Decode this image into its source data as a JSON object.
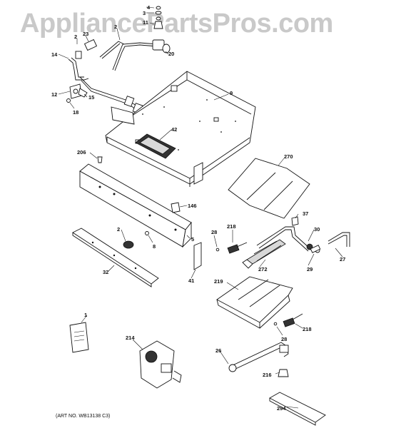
{
  "watermark": "AppliancePartsPros.com",
  "art_number": "(ART NO. WB13138 C3)",
  "callouts": [
    {
      "id": "c4",
      "text": "4"
    },
    {
      "id": "c3",
      "text": "3"
    },
    {
      "id": "c11",
      "text": "11"
    },
    {
      "id": "c2a",
      "text": "2"
    },
    {
      "id": "c2b",
      "text": "2"
    },
    {
      "id": "c23",
      "text": "23"
    },
    {
      "id": "c20",
      "text": "20"
    },
    {
      "id": "c14",
      "text": "14"
    },
    {
      "id": "c9",
      "text": "9"
    },
    {
      "id": "c12",
      "text": "12"
    },
    {
      "id": "c15",
      "text": "15"
    },
    {
      "id": "c18",
      "text": "18"
    },
    {
      "id": "c42",
      "text": "42"
    },
    {
      "id": "c206",
      "text": "206"
    },
    {
      "id": "c270",
      "text": "270"
    },
    {
      "id": "c146",
      "text": "146"
    },
    {
      "id": "c37",
      "text": "37"
    },
    {
      "id": "c218a",
      "text": "218"
    },
    {
      "id": "c28a",
      "text": "28"
    },
    {
      "id": "c30",
      "text": "30"
    },
    {
      "id": "c2c",
      "text": "2"
    },
    {
      "id": "c8",
      "text": "8"
    },
    {
      "id": "c5",
      "text": "5"
    },
    {
      "id": "c27",
      "text": "27"
    },
    {
      "id": "c272",
      "text": "272"
    },
    {
      "id": "c29",
      "text": "29"
    },
    {
      "id": "c32",
      "text": "32"
    },
    {
      "id": "c41",
      "text": "41"
    },
    {
      "id": "c219",
      "text": "219"
    },
    {
      "id": "c1",
      "text": "1"
    },
    {
      "id": "c28b",
      "text": "28"
    },
    {
      "id": "c218b",
      "text": "218"
    },
    {
      "id": "c214",
      "text": "214"
    },
    {
      "id": "c26",
      "text": "26"
    },
    {
      "id": "c216",
      "text": "216"
    },
    {
      "id": "c294",
      "text": "294"
    }
  ]
}
